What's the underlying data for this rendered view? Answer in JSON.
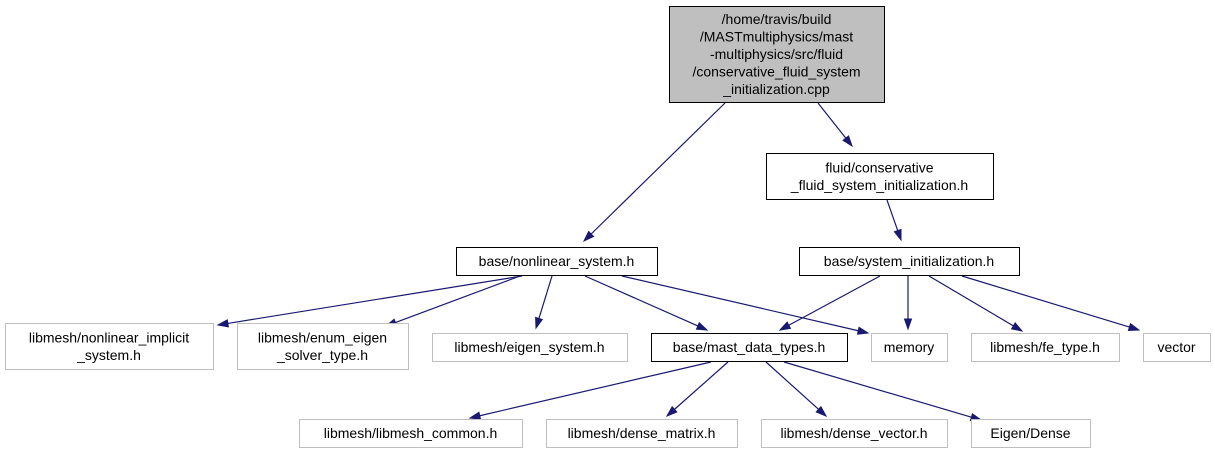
{
  "diagram": {
    "colors": {
      "edge": "#191970",
      "root_fill": "#bfbfbf",
      "node_border": "#000000",
      "external_border": "#bfbfbf"
    },
    "nodes": {
      "root": {
        "lines": [
          "/home/travis/build",
          "/MASTmultiphysics/mast",
          "-multiphysics/src/fluid",
          "/conservative_fluid_system",
          "_initialization.cpp"
        ],
        "style": "root"
      },
      "fluid_h": {
        "lines": [
          "fluid/conservative",
          "_fluid_system_initialization.h"
        ],
        "style": "file"
      },
      "nonlinear": {
        "lines": [
          "base/nonlinear_system.h"
        ],
        "style": "file"
      },
      "sysinit": {
        "lines": [
          "base/system_initialization.h"
        ],
        "style": "file"
      },
      "nl_implicit": {
        "lines": [
          "libmesh/nonlinear_implicit",
          "_system.h"
        ],
        "style": "external"
      },
      "eigen_solver": {
        "lines": [
          "libmesh/enum_eigen",
          "_solver_type.h"
        ],
        "style": "external"
      },
      "eigen_system": {
        "lines": [
          "libmesh/eigen_system.h"
        ],
        "style": "external"
      },
      "mast_data": {
        "lines": [
          "base/mast_data_types.h"
        ],
        "style": "file"
      },
      "memory": {
        "lines": [
          "memory"
        ],
        "style": "external"
      },
      "fe_type": {
        "lines": [
          "libmesh/fe_type.h"
        ],
        "style": "external"
      },
      "vector": {
        "lines": [
          "vector"
        ],
        "style": "external"
      },
      "libmesh_common": {
        "lines": [
          "libmesh/libmesh_common.h"
        ],
        "style": "external"
      },
      "dense_matrix": {
        "lines": [
          "libmesh/dense_matrix.h"
        ],
        "style": "external"
      },
      "dense_vector": {
        "lines": [
          "libmesh/dense_vector.h"
        ],
        "style": "external"
      },
      "eigen_dense": {
        "lines": [
          "Eigen/Dense"
        ],
        "style": "external"
      }
    },
    "edges": [
      [
        "root",
        "nonlinear"
      ],
      [
        "root",
        "fluid_h"
      ],
      [
        "fluid_h",
        "sysinit"
      ],
      [
        "nonlinear",
        "nl_implicit"
      ],
      [
        "nonlinear",
        "eigen_solver"
      ],
      [
        "nonlinear",
        "eigen_system"
      ],
      [
        "nonlinear",
        "mast_data"
      ],
      [
        "nonlinear",
        "memory"
      ],
      [
        "sysinit",
        "mast_data"
      ],
      [
        "sysinit",
        "memory"
      ],
      [
        "sysinit",
        "fe_type"
      ],
      [
        "sysinit",
        "vector"
      ],
      [
        "mast_data",
        "libmesh_common"
      ],
      [
        "mast_data",
        "dense_matrix"
      ],
      [
        "mast_data",
        "dense_vector"
      ],
      [
        "mast_data",
        "eigen_dense"
      ]
    ]
  }
}
